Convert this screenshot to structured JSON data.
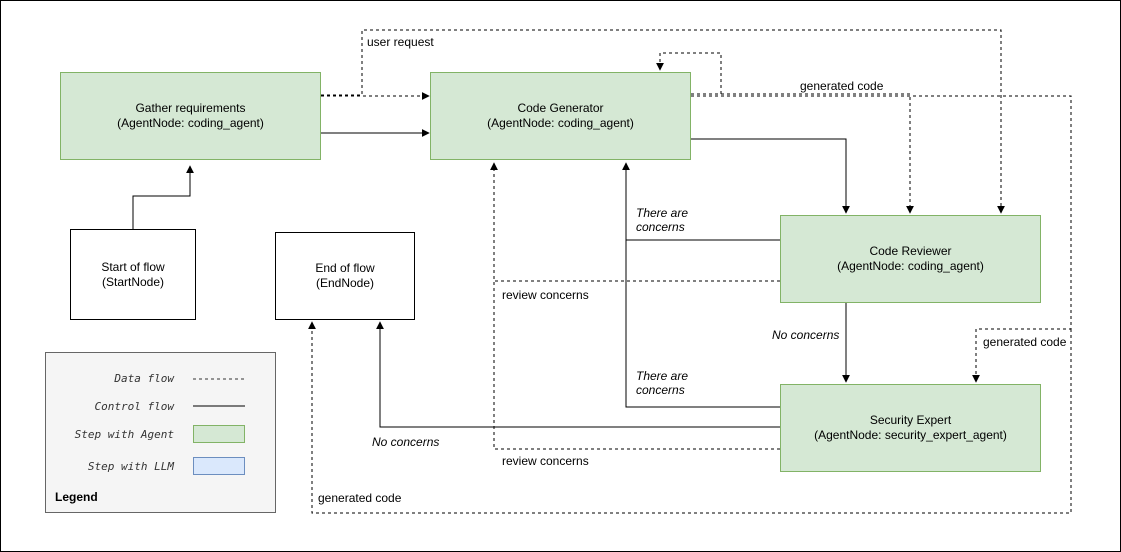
{
  "nodes": {
    "gather": {
      "title": "Gather requirements",
      "subtitle": "(AgentNode: coding_agent)"
    },
    "generator": {
      "title": "Code Generator",
      "subtitle": "(AgentNode: coding_agent)"
    },
    "reviewer": {
      "title": "Code Reviewer",
      "subtitle": "(AgentNode: coding_agent)"
    },
    "security": {
      "title": "Security Expert",
      "subtitle": "(AgentNode: security_expert_agent)"
    },
    "start": {
      "title": "Start of flow",
      "subtitle": "(StartNode)"
    },
    "end": {
      "title": "End of flow",
      "subtitle": "(EndNode)"
    }
  },
  "edge_labels": {
    "user_request": "user request",
    "generated_code_top": "generated code",
    "generated_code_right": "generated code",
    "generated_code_bottom": "generated code",
    "review_concerns_1": "review concerns",
    "review_concerns_2": "review concerns",
    "there_are_concerns_1_a": "There are",
    "there_are_concerns_1_b": "concerns",
    "there_are_concerns_2_a": "There are",
    "there_are_concerns_2_b": "concerns",
    "no_concerns_1": "No concerns",
    "no_concerns_2": "No concerns"
  },
  "legend": {
    "title": "Legend",
    "data_flow": "Data flow",
    "control_flow": "Control flow",
    "step_agent": "Step with Agent",
    "step_llm": "Step with LLM"
  },
  "colors": {
    "agent_fill": "#d5e8d4",
    "agent_stroke": "#82b366",
    "llm_fill": "#dae8fc",
    "llm_stroke": "#6c8ebf",
    "legend_fill": "#f5f5f5"
  }
}
